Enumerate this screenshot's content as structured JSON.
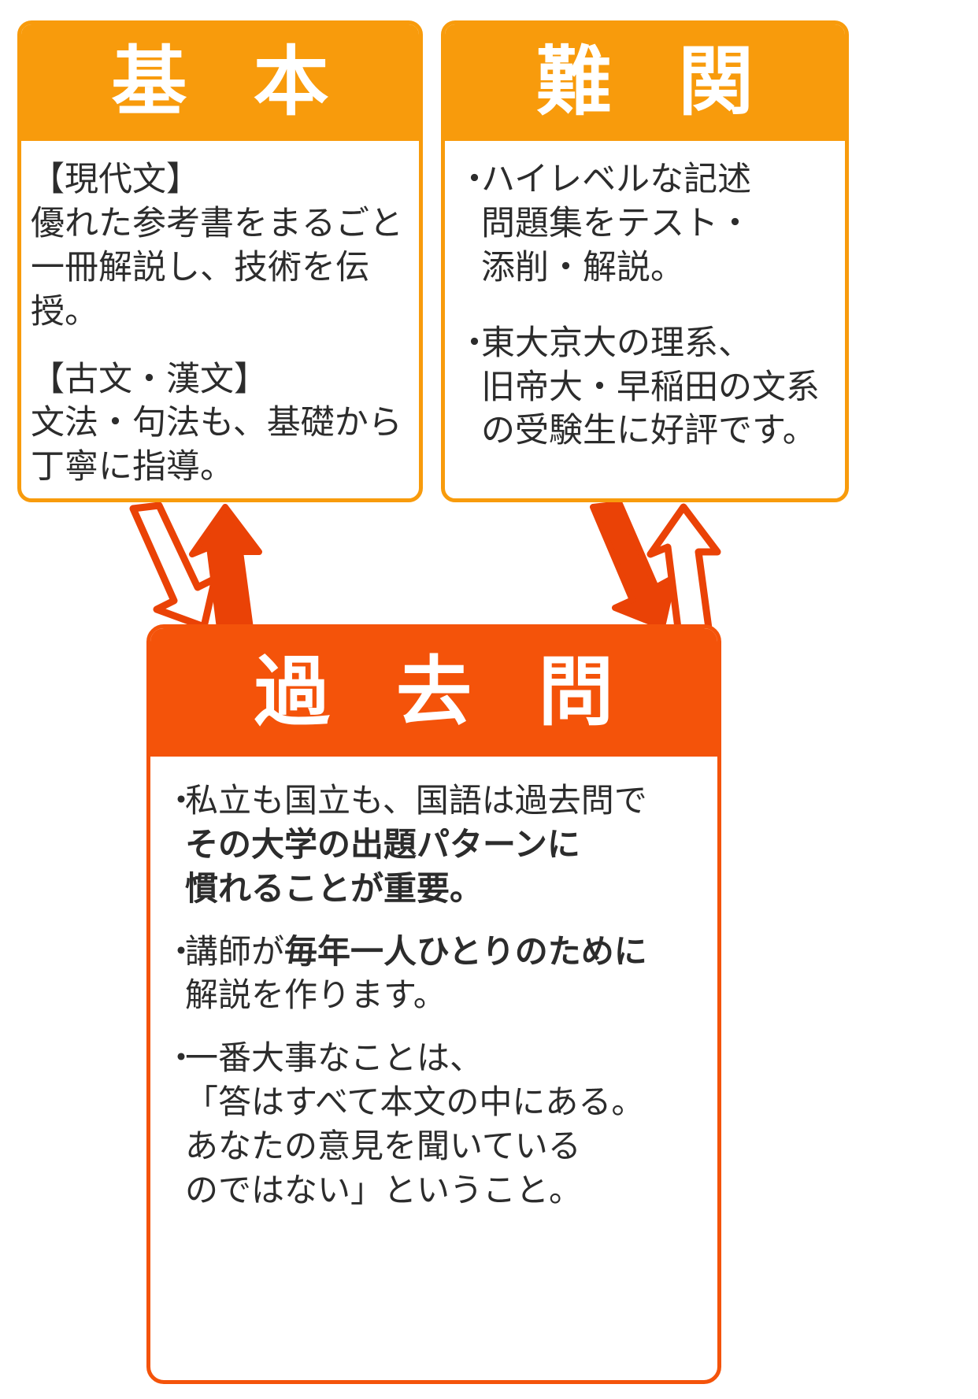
{
  "colors": {
    "header_orange": "#F89B0C",
    "header_red": "#F4530A",
    "arrow_red": "#EA4206",
    "body_text": "#2c2c2c",
    "card_background": "#ffffff"
  },
  "cards": {
    "basic": {
      "title": "基 本",
      "sections": [
        {
          "heading": "【現代文】",
          "text": "【現代文】\n優れた参考書をまるごと\n一冊解説し、技術を伝授。"
        },
        {
          "heading": "【古文・漢文】",
          "text": "【古文・漢文】\n文法・句法も、基礎から\n丁寧に指導。"
        }
      ]
    },
    "hard": {
      "title": "難 関",
      "bullets": [
        {
          "marker": "・",
          "text": "ハイレベルな記述\n問題集をテスト・\n添削・解説。"
        },
        {
          "marker": "・",
          "text": "東大京大の理系、\n旧帝大・早稲田の文系\nの受験生に好評です。"
        }
      ]
    },
    "past": {
      "title": "過 去 問",
      "bullets": [
        {
          "marker": "・",
          "lead": "私立も国立も、国語は過去問で",
          "bold": "その大学の出題パターンに\n慣れることが重要。",
          "tail": ""
        },
        {
          "marker": "・",
          "lead": "講師が",
          "bold": "毎年一人ひとりのために",
          "tail": "\n解説を作ります。"
        },
        {
          "marker": "・",
          "lead": "一番大事なことは、\n「答はすべて本文の中にある。\nあなたの意見を聞いている\nのではない」ということ。",
          "bold": "",
          "tail": ""
        }
      ]
    }
  },
  "arrows": {
    "left_group": [
      {
        "name": "arrow-down-outline",
        "direction": "down-left",
        "style": "outline"
      },
      {
        "name": "arrow-up-solid",
        "direction": "up-right",
        "style": "solid"
      }
    ],
    "right_group": [
      {
        "name": "arrow-down-solid",
        "direction": "down-left",
        "style": "solid"
      },
      {
        "name": "arrow-up-outline",
        "direction": "up-right",
        "style": "outline"
      }
    ]
  }
}
